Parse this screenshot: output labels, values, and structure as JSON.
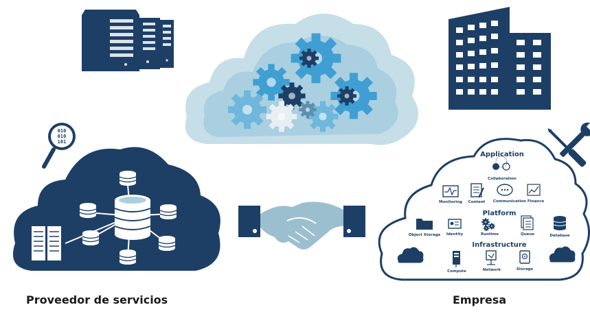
{
  "captions": {
    "provider": "Proveedor de servicios",
    "enterprise": "Empresa"
  },
  "enterprise_cloud": {
    "sections": {
      "application": "Application",
      "platform": "Platform",
      "infrastructure": "Infrastructure"
    },
    "application_items": {
      "collaboration": "Collaboration",
      "monitoring": "Monitoring",
      "content": "Content",
      "communication": "Communication",
      "finance": "Finance"
    },
    "platform_items": {
      "object_storage": "Object Storage",
      "identity": "Identity",
      "runtime": "Runtime",
      "queue": "Queue",
      "database": "Database"
    },
    "infrastructure_items": {
      "compute": "Compute",
      "network": "Network",
      "storage": "Storage"
    }
  },
  "magnifier_bits": [
    "010",
    "010",
    "101"
  ],
  "colors": {
    "navy": "#1d3f66",
    "light_blue": "#a9cfe0",
    "cloud_pale": "#b8d7e3",
    "gear_blue": "#3f9fd3",
    "handshake": "#9cbfcf"
  },
  "icons": [
    "server-rack-icon",
    "gear-cloud-icon",
    "office-building-icon",
    "magnifier-binary-icon",
    "database-cloud-icon",
    "handshake-icon",
    "wrench-screwdriver-icon"
  ]
}
